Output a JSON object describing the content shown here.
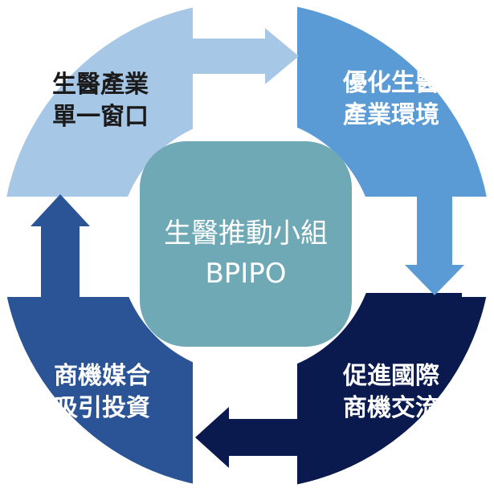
{
  "center": {
    "line1": "生醫推動小組",
    "line2": "BPIPO",
    "color": "#6fa9b6"
  },
  "quadrants": [
    {
      "id": "top-left",
      "line1": "生醫產業",
      "line2": "單一窗口",
      "fill": "#a7c7e7",
      "text_color": "#1a1a1a"
    },
    {
      "id": "top-right",
      "line1": "優化生醫",
      "line2": "產業環境",
      "fill": "#5b9bd5",
      "text_color": "#ffffff"
    },
    {
      "id": "bottom-right",
      "line1": "促進國際",
      "line2": "商機交流",
      "fill": "#0a1a4f",
      "text_color": "#ffffff"
    },
    {
      "id": "bottom-left",
      "line1": "商機媒合",
      "line2": "吸引投資",
      "fill": "#2a5496",
      "text_color": "#ffffff"
    }
  ]
}
